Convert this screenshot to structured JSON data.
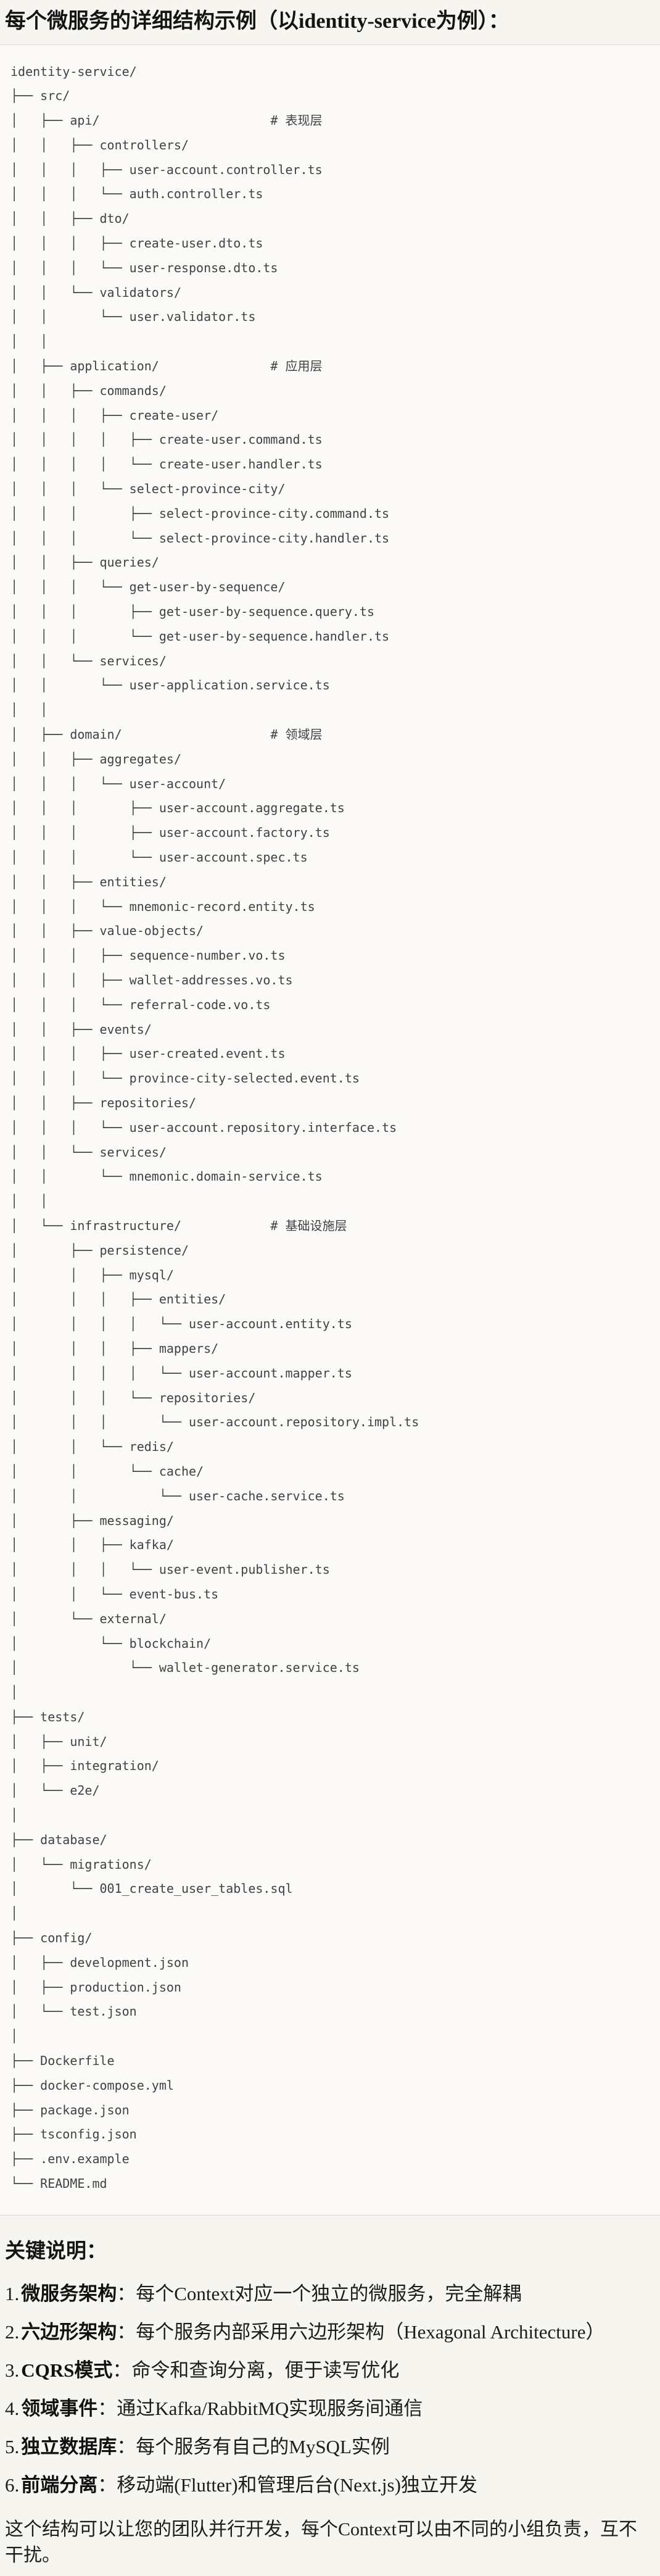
{
  "title": "每个微服务的详细结构示例（以identity-service为例）：",
  "tree": {
    "lines": [
      "identity-service/",
      "├── src/",
      "│   ├── api/                       # 表现层",
      "│   │   ├── controllers/",
      "│   │   │   ├── user-account.controller.ts",
      "│   │   │   └── auth.controller.ts",
      "│   │   ├── dto/",
      "│   │   │   ├── create-user.dto.ts",
      "│   │   │   └── user-response.dto.ts",
      "│   │   └── validators/",
      "│   │       └── user.validator.ts",
      "│   │",
      "│   ├── application/               # 应用层",
      "│   │   ├── commands/",
      "│   │   │   ├── create-user/",
      "│   │   │   │   ├── create-user.command.ts",
      "│   │   │   │   └── create-user.handler.ts",
      "│   │   │   └── select-province-city/",
      "│   │   │       ├── select-province-city.command.ts",
      "│   │   │       └── select-province-city.handler.ts",
      "│   │   ├── queries/",
      "│   │   │   └── get-user-by-sequence/",
      "│   │   │       ├── get-user-by-sequence.query.ts",
      "│   │   │       └── get-user-by-sequence.handler.ts",
      "│   │   └── services/",
      "│   │       └── user-application.service.ts",
      "│   │",
      "│   ├── domain/                    # 领域层",
      "│   │   ├── aggregates/",
      "│   │   │   └── user-account/",
      "│   │   │       ├── user-account.aggregate.ts",
      "│   │   │       ├── user-account.factory.ts",
      "│   │   │       └── user-account.spec.ts",
      "│   │   ├── entities/",
      "│   │   │   └── mnemonic-record.entity.ts",
      "│   │   ├── value-objects/",
      "│   │   │   ├── sequence-number.vo.ts",
      "│   │   │   ├── wallet-addresses.vo.ts",
      "│   │   │   └── referral-code.vo.ts",
      "│   │   ├── events/",
      "│   │   │   ├── user-created.event.ts",
      "│   │   │   └── province-city-selected.event.ts",
      "│   │   ├── repositories/",
      "│   │   │   └── user-account.repository.interface.ts",
      "│   │   └── services/",
      "│   │       └── mnemonic.domain-service.ts",
      "│   │",
      "│   └── infrastructure/            # 基础设施层",
      "│       ├── persistence/",
      "│       │   ├── mysql/",
      "│       │   │   ├── entities/",
      "│       │   │   │   └── user-account.entity.ts",
      "│       │   │   ├── mappers/",
      "│       │   │   │   └── user-account.mapper.ts",
      "│       │   │   └── repositories/",
      "│       │   │       └── user-account.repository.impl.ts",
      "│       │   └── redis/",
      "│       │       └── cache/",
      "│       │           └── user-cache.service.ts",
      "│       ├── messaging/",
      "│       │   ├── kafka/",
      "│       │   │   └── user-event.publisher.ts",
      "│       │   └── event-bus.ts",
      "│       └── external/",
      "│           └── blockchain/",
      "│               └── wallet-generator.service.ts",
      "│",
      "├── tests/",
      "│   ├── unit/",
      "│   ├── integration/",
      "│   └── e2e/",
      "│",
      "├── database/",
      "│   └── migrations/",
      "│       └── 001_create_user_tables.sql",
      "│",
      "├── config/",
      "│   ├── development.json",
      "│   ├── production.json",
      "│   └── test.json",
      "│",
      "├── Dockerfile",
      "├── docker-compose.yml",
      "├── package.json",
      "├── tsconfig.json",
      "├── .env.example",
      "└── README.md"
    ]
  },
  "notes": {
    "heading": "关键说明：",
    "items": [
      {
        "num": "1.",
        "label": "微服务架构",
        "text": "：每个Context对应一个独立的微服务，完全解耦"
      },
      {
        "num": "2.",
        "label": "六边形架构",
        "text": "：每个服务内部采用六边形架构（Hexagonal Architecture）"
      },
      {
        "num": "3.",
        "label": "CQRS模式",
        "text": "：命令和查询分离，便于读写优化"
      },
      {
        "num": "4.",
        "label": "领域事件",
        "text": "：通过Kafka/RabbitMQ实现服务间通信"
      },
      {
        "num": "5.",
        "label": "独立数据库",
        "text": "：每个服务有自己的MySQL实例"
      },
      {
        "num": "6.",
        "label": "前端分离",
        "text": "：移动端(Flutter)和管理后台(Next.js)独立开发"
      }
    ]
  },
  "closing": "这个结构可以让您的团队并行开发，每个Context可以由不同的小组负责，互不干扰。",
  "colors": {
    "page_bg": "#f6f5f0",
    "code_bg": "#fbfaf7",
    "divider": "#dfddd8",
    "tree_text": "#3d4247",
    "text": "#1c1c1c"
  }
}
